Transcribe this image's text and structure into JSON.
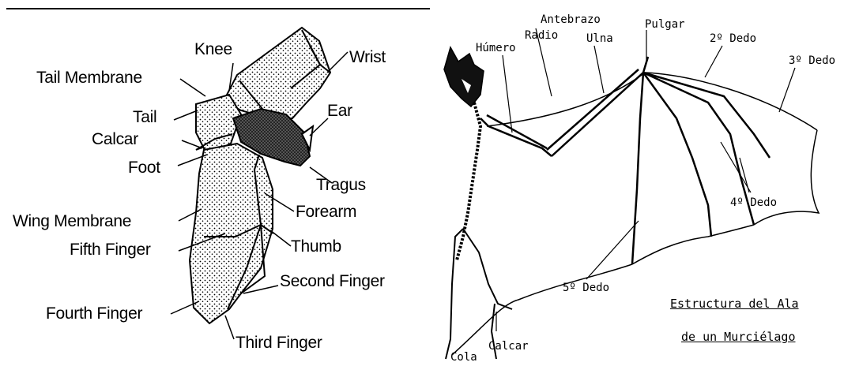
{
  "left_diagram": {
    "labels": {
      "knee": "Knee",
      "wrist": "Wrist",
      "tail_membrane": "Tail Membrane",
      "tail": "Tail",
      "ear": "Ear",
      "calcar": "Calcar",
      "foot": "Foot",
      "tragus": "Tragus",
      "forearm": "Forearm",
      "wing_membrane": "Wing Membrane",
      "fifth_finger": "Fifth Finger",
      "thumb": "Thumb",
      "second_finger": "Second Finger",
      "fourth_finger": "Fourth Finger",
      "third_finger": "Third Finger"
    }
  },
  "right_diagram": {
    "labels": {
      "antebrazo": "Antebrazo",
      "radio": "Radio",
      "ulna": "Ulna",
      "humero": "Húmero",
      "pulgar": "Pulgar",
      "dedo2": "2º Dedo",
      "dedo3": "3º Dedo",
      "dedo4": "4º Dedo",
      "dedo5": "5º Dedo",
      "calcar": "Calcar",
      "cola": "Cola"
    },
    "title_line1": "Estructura del Ala",
    "title_line2": "de un Murciélago"
  }
}
